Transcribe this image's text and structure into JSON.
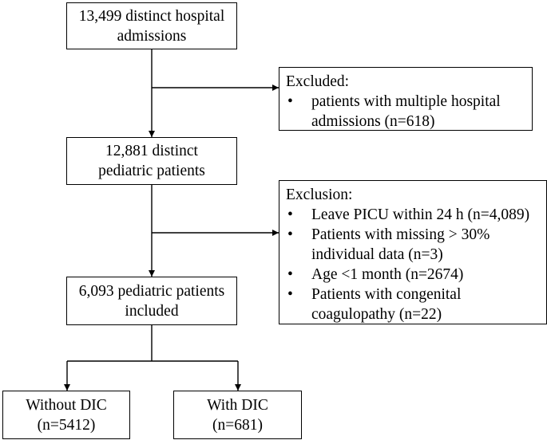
{
  "boxes": {
    "admissions": {
      "lines": [
        "13,499 distinct hospital",
        "admissions"
      ]
    },
    "excluded_multiple": {
      "title": "Excluded:",
      "items": [
        {
          "lines": [
            "patients with multiple hospital",
            "admissions (n=618)"
          ]
        }
      ]
    },
    "distinct_patients": {
      "lines": [
        "12,881 distinct",
        "pediatric patients"
      ]
    },
    "exclusion_criteria": {
      "title": "Exclusion:",
      "items": [
        {
          "lines": [
            "Leave PICU within 24 h (n=4,089)"
          ]
        },
        {
          "lines": [
            "Patients with missing > 30%",
            "individual data (n=3)"
          ]
        },
        {
          "lines": [
            "Age <1 month (n=2674)"
          ]
        },
        {
          "lines": [
            "Patients with congenital",
            "coagulopathy (n=22)"
          ]
        }
      ]
    },
    "included": {
      "lines": [
        "6,093 pediatric patients",
        "included"
      ]
    },
    "without_dic": {
      "lines": [
        "Without DIC",
        "(n=5412)"
      ]
    },
    "with_dic": {
      "lines": [
        "With DIC",
        "(n=681)"
      ]
    }
  },
  "bullet_symbol": "•",
  "colors": {
    "line": "#000000",
    "background": "#ffffff",
    "text": "#000000"
  }
}
